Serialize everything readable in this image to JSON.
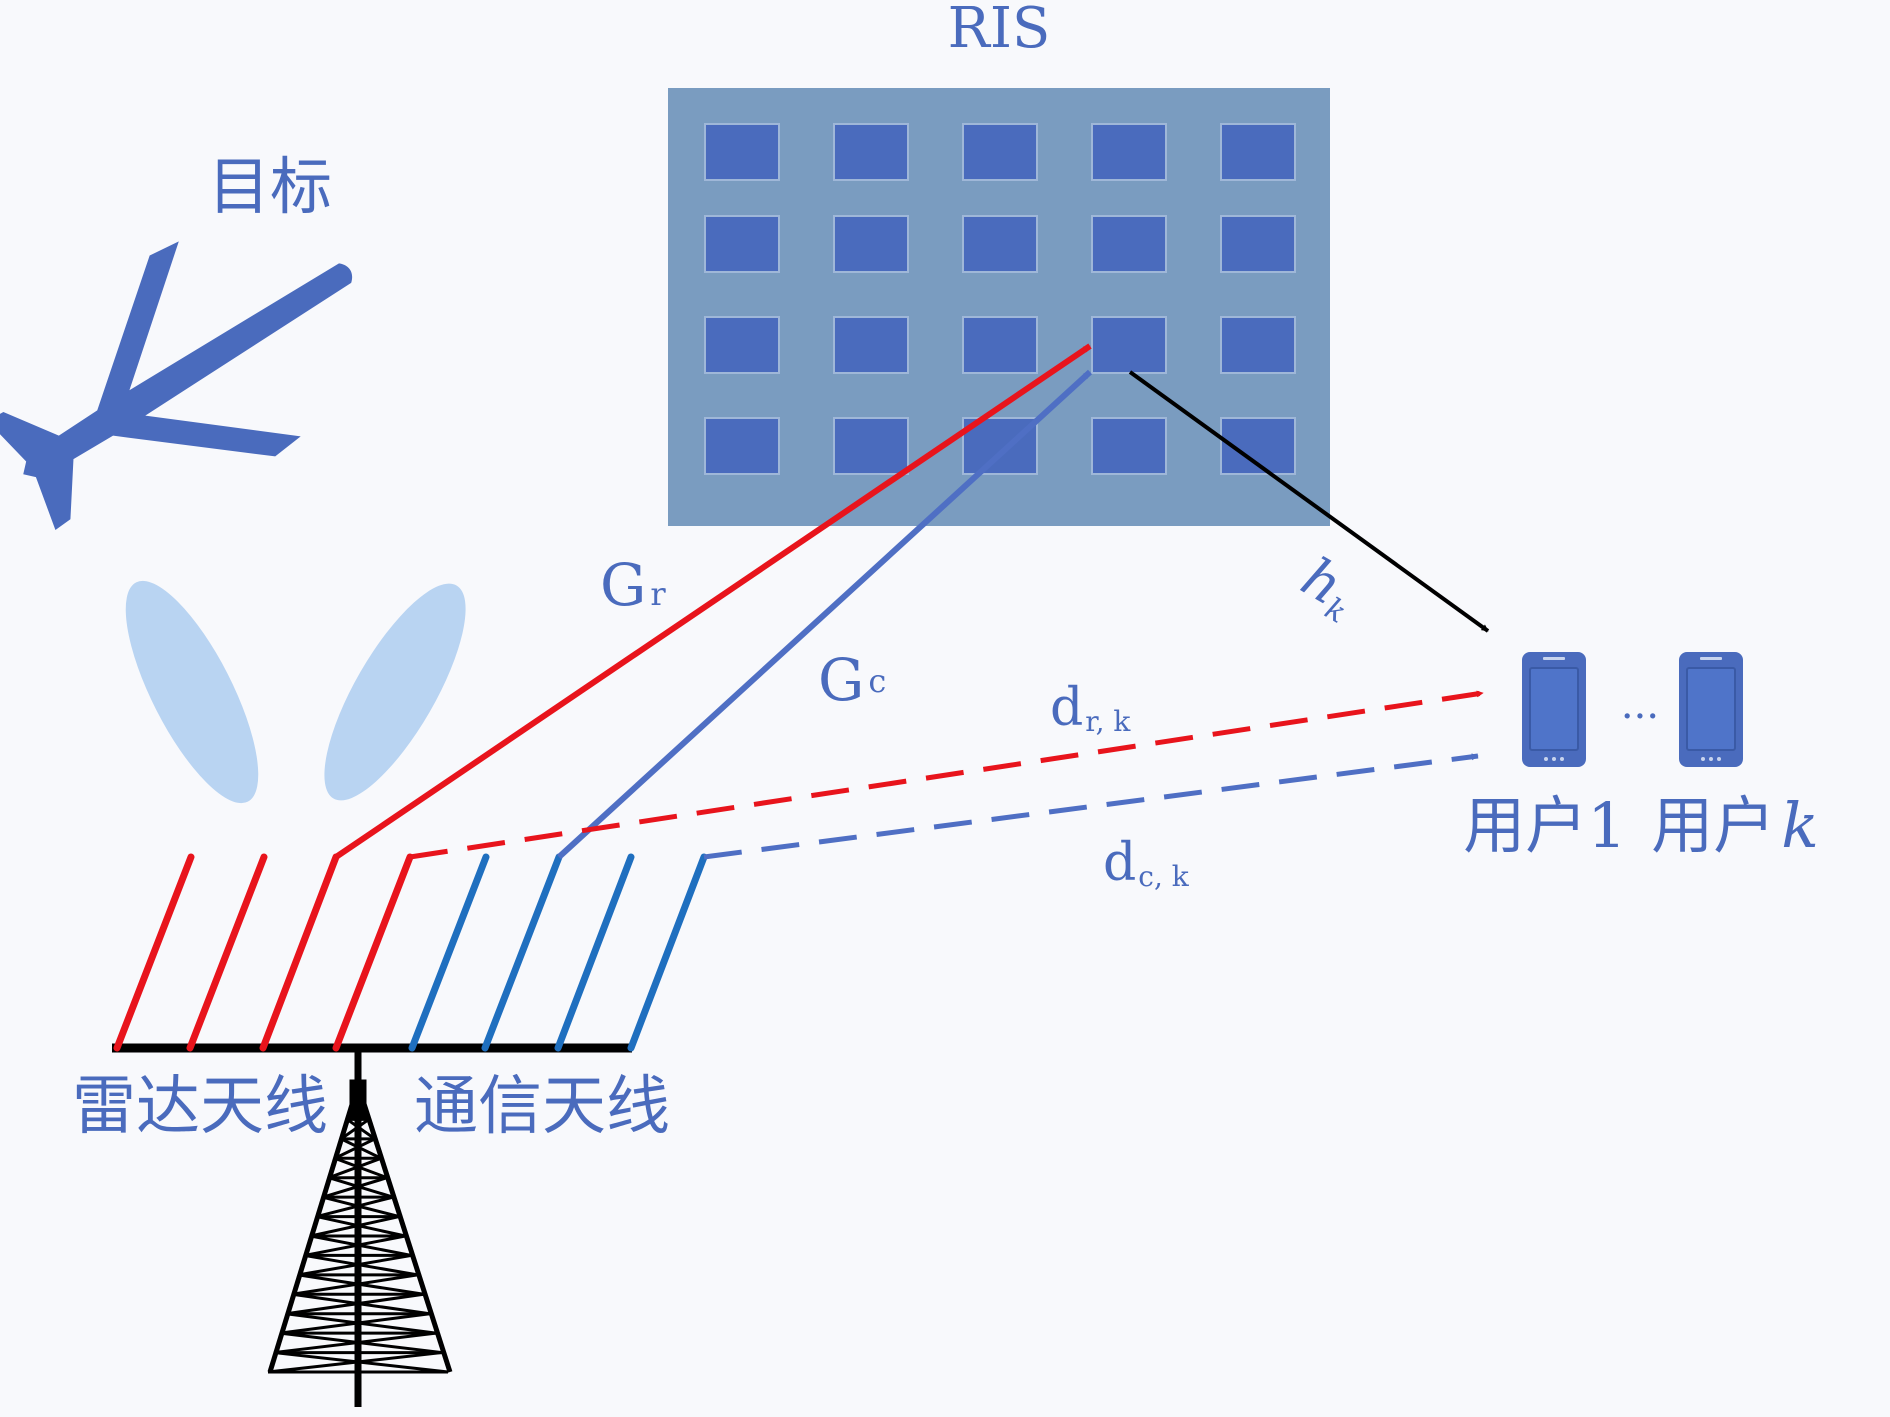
{
  "labels": {
    "ris": "RIS",
    "target": "目标",
    "radar_antenna": "雷达天线",
    "comm_antenna": "通信天线",
    "user_1": "用户1",
    "user_k_prefix": "用户",
    "user_k_index": "k",
    "ellipsis": "···"
  },
  "channels": {
    "G_r": {
      "main": "G",
      "sub": "r"
    },
    "G_c": {
      "main": "G",
      "sub": "c"
    },
    "h_k": {
      "main": "h",
      "sub": "k"
    },
    "d_rk": {
      "main": "d",
      "sub": "r, k"
    },
    "d_ck": {
      "main": "d",
      "sub": "c, k"
    }
  },
  "ris_grid": {
    "rows": 4,
    "cols": 5
  },
  "colors": {
    "background": "#f8f9fc",
    "ris_panel": "#7a9cc0",
    "ris_element": "#4a6bbd",
    "radar": "#e8141c",
    "comm": "#4f6fc4",
    "comm_antenna": "#1f6fbf",
    "label": "#4a6bbd",
    "beam": "#b9d4f2",
    "black": "#000000"
  },
  "icons": {
    "target": "airplane-icon",
    "tower": "cell-tower-icon",
    "user": "smartphone-icon"
  }
}
